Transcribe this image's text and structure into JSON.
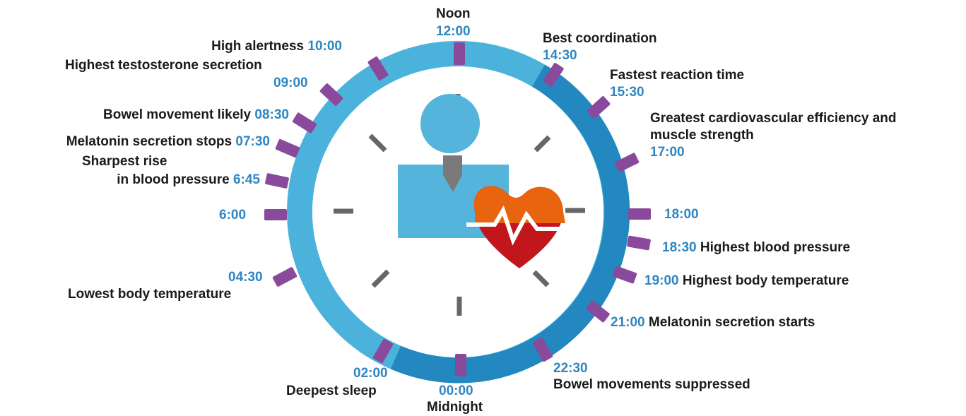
{
  "colors": {
    "ring_light": "#4bb3db",
    "ring_dark": "#2288bf",
    "tab": "#8a4a9c",
    "tick": "#666666",
    "body": "#54b4dc",
    "heart_top": "#e8640e",
    "heart_bottom": "#c1171c",
    "time_text": "#2f86c2",
    "label_text": "#1a1a1a"
  },
  "icons": [
    "person-icon",
    "heart-icon",
    "pulse-line-icon"
  ],
  "markers": {
    "noon": {
      "name": "Noon",
      "time": "12:00"
    },
    "t1030": {
      "time": "10:00",
      "text": "High alertness"
    },
    "t0900": {
      "time": "09:00",
      "text": "Highest testosterone secretion"
    },
    "t0830": {
      "time": "08:30",
      "text": "Bowel movement likely"
    },
    "t0730": {
      "time": "07:30",
      "text": "Melatonin secretion stops"
    },
    "t0645": {
      "time": "6:45",
      "line1": "Sharpest rise",
      "line2": "in blood pressure"
    },
    "t0600": {
      "time": "6:00"
    },
    "t0430": {
      "time": "04:30",
      "text": "Lowest body temperature"
    },
    "t0200": {
      "time": "02:00",
      "text": "Deepest sleep"
    },
    "midnight": {
      "time": "00:00",
      "name": "Midnight"
    },
    "t2230": {
      "time": "22:30",
      "text": "Bowel movements suppressed"
    },
    "t2100": {
      "time": "21:00",
      "text": "Melatonin secretion starts"
    },
    "t1900": {
      "time": "19:00",
      "text": "Highest body temperature"
    },
    "t1830": {
      "time": "18:30",
      "text": "Highest blood pressure"
    },
    "t1800": {
      "time": "18:00"
    },
    "t1700": {
      "line1": "Greatest cardiovascular efficiency and",
      "line2": "muscle strength",
      "time": "17:00"
    },
    "t1530": {
      "text": "Fastest reaction time",
      "time": "15:30"
    },
    "t1430": {
      "text": "Best coordination",
      "time": "14:30"
    }
  }
}
